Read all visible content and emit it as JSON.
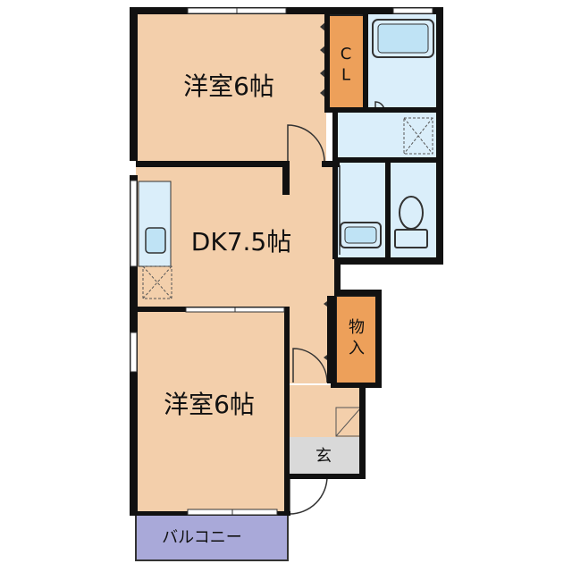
{
  "rooms": {
    "western_top": "洋室6帖",
    "dk": "DK7.5帖",
    "western_bottom": "洋室6帖",
    "closet": "C\nL",
    "storage": "物\n入",
    "entrance": "玄",
    "balcony": "バルコニー"
  },
  "colors": {
    "room": "#f3cfab",
    "closet": "#eda05a",
    "wet": "#daeefa",
    "entrance": "#d9d9d9",
    "balcony": "#a9a9d9",
    "wall": "#111111"
  }
}
